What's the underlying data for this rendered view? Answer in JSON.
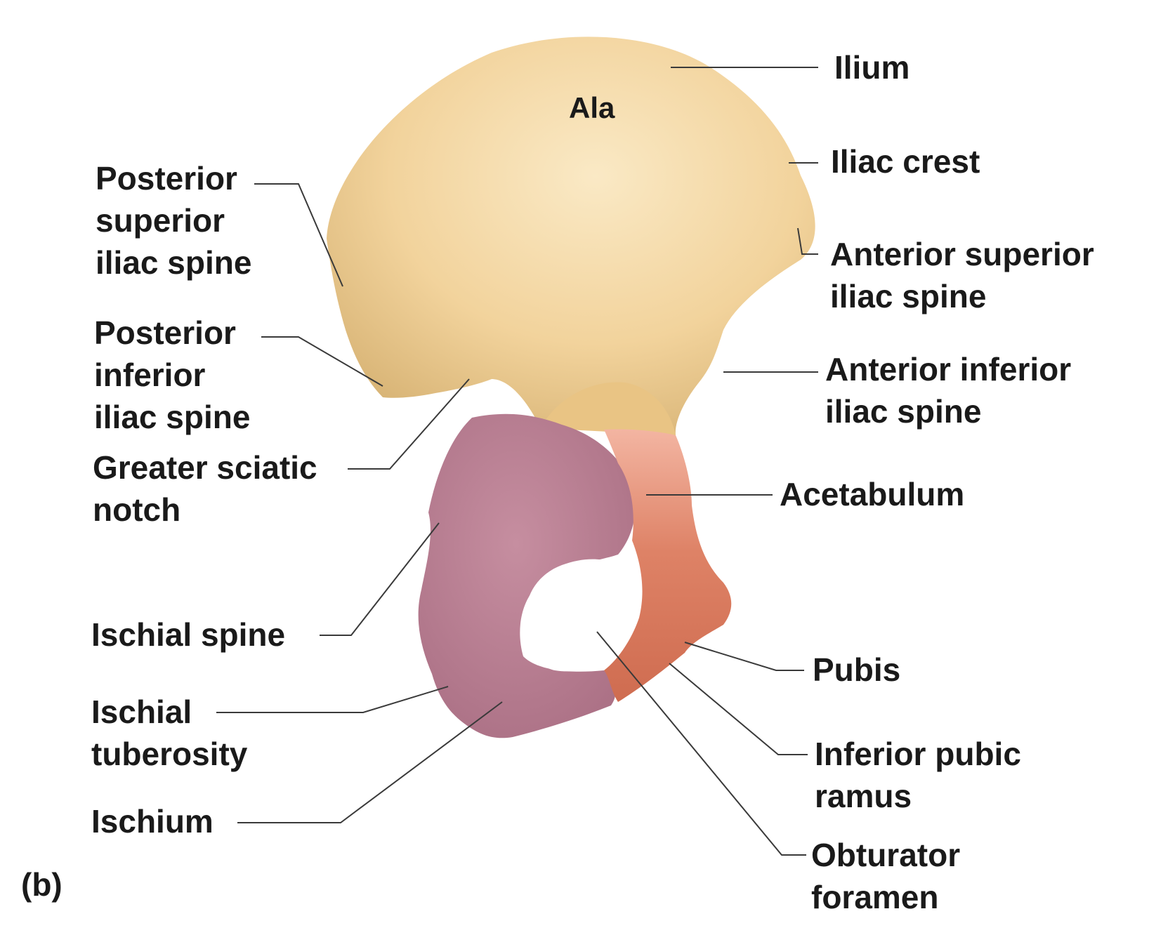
{
  "colors": {
    "ilium": "#f2d39c",
    "ilium_highlight": "#fae9c5",
    "ilium_shadow": "#d9b577",
    "ischium": "#c68ea0",
    "ischium_shadow": "#a86d82",
    "pubis": "#de8266",
    "pubis_light": "#f3b5a2",
    "leader_line": "#3a3a3a",
    "text": "#1a1a1a"
  },
  "panel_label": "(b)",
  "region_label": "Ala",
  "labels": {
    "ilium": "Ilium",
    "iliac_crest": "Iliac crest",
    "asis": [
      "Anterior superior",
      "iliac spine"
    ],
    "aiis": [
      "Anterior inferior",
      "iliac spine"
    ],
    "acetabulum": "Acetabulum",
    "pubis": "Pubis",
    "inferior_pubic_ramus": [
      "Inferior pubic",
      "ramus"
    ],
    "obturator_foramen": [
      "Obturator",
      "foramen"
    ],
    "psis": [
      "Posterior",
      "superior",
      "iliac spine"
    ],
    "piis": [
      "Posterior",
      "inferior",
      "iliac spine"
    ],
    "greater_sciatic_notch": [
      "Greater sciatic",
      "notch"
    ],
    "ischial_spine": "Ischial spine",
    "ischial_tuberosity": [
      "Ischial",
      "tuberosity"
    ],
    "ischium": "Ischium"
  }
}
